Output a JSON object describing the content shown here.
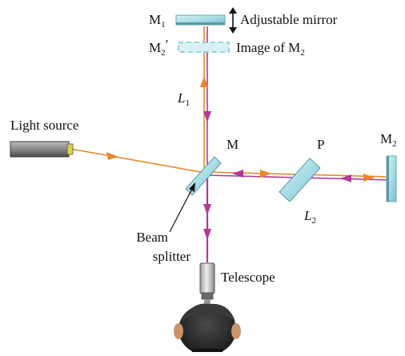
{
  "labels": {
    "m1_base": "M",
    "m1_sub": "1",
    "adjustable_mirror": "Adjustable mirror",
    "m2_prime_base": "M",
    "m2_prime_sub": "2",
    "m2_prime_mark": "′",
    "image_of_m2_text": "Image of M",
    "image_of_m2_sub": "2",
    "l1_base": "L",
    "l1_sub": "1",
    "light_source": "Light source",
    "m_label": "M",
    "p_label": "P",
    "m2_base": "M",
    "m2_sub": "2",
    "l2_base": "L",
    "l2_sub": "2",
    "beam_splitter_line1": "Beam",
    "beam_splitter_line2": "splitter",
    "telescope": "Telescope"
  },
  "colors": {
    "source_beam": "#e8872a",
    "return_beam": "#b03a9a",
    "mirror_fill": "#a9dde6",
    "mirror_edge": "#6aaab8",
    "mirror_dark": "#5a97a5",
    "source_body": "#8a8a8a",
    "source_dark": "#4a4a4a",
    "telescope_body": "#c9c9c9",
    "hair": "#2b2b2b",
    "text": "#111111"
  },
  "icons": {
    "double_arrow": "double-headed-arrow",
    "observer": "observer-head"
  }
}
